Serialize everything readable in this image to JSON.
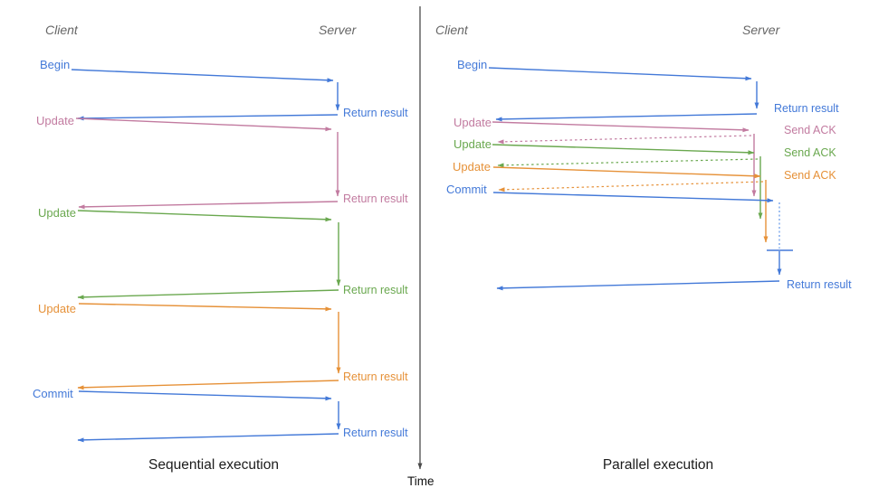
{
  "colors": {
    "blue": "#4379d8",
    "pink": "#c27ba0",
    "green": "#6aa84f",
    "orange": "#e69138",
    "light_blue_dotted": "#6d9eeb",
    "time_axis": "#4a4a4a",
    "caption_text": "#1c1c1c",
    "header_text": "#666666"
  },
  "time_axis": {
    "label": "Time"
  },
  "left_panel": {
    "client_header": "Client",
    "server_header": "Server",
    "caption": "Sequential execution",
    "messages": [
      {
        "label": "Begin",
        "color": "#4379d8",
        "response": "Return result"
      },
      {
        "label": "Update",
        "color": "#c27ba0",
        "response": "Return result"
      },
      {
        "label": "Update",
        "color": "#6aa84f",
        "response": "Return result"
      },
      {
        "label": "Update",
        "color": "#e69138",
        "response": "Return result"
      },
      {
        "label": "Commit",
        "color": "#4379d8",
        "response": "Return result"
      }
    ]
  },
  "right_panel": {
    "client_header": "Client",
    "server_header": "Server",
    "caption": "Parallel execution",
    "messages": [
      {
        "label": "Begin",
        "color": "#4379d8",
        "response": "Return result"
      },
      {
        "label": "Update",
        "color": "#c27ba0",
        "response": "Send ACK"
      },
      {
        "label": "Update",
        "color": "#6aa84f",
        "response": "Send ACK"
      },
      {
        "label": "Update",
        "color": "#e69138",
        "response": "Send ACK"
      },
      {
        "label": "Commit",
        "color": "#4379d8",
        "response": "Return result"
      }
    ]
  }
}
